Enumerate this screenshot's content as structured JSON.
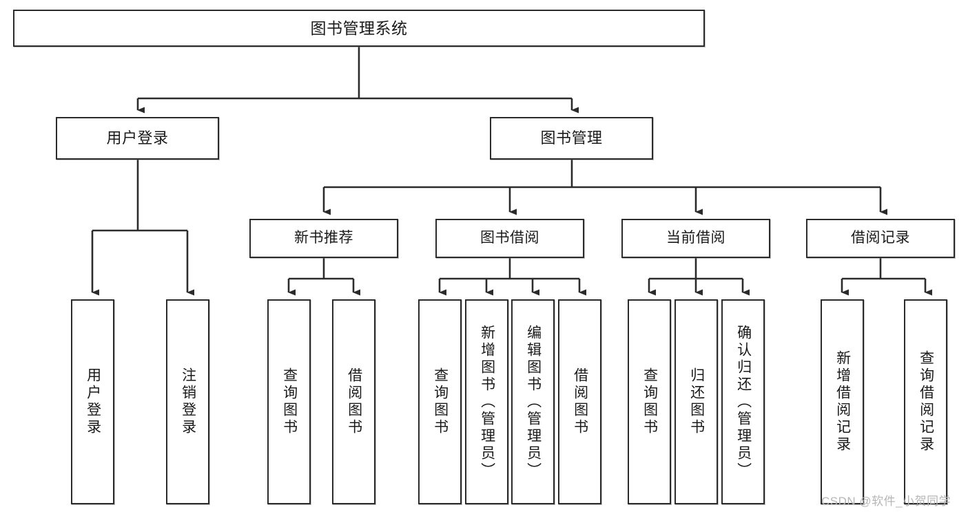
{
  "diagram": {
    "title": "图书管理系统",
    "type": "hierarchy-tree",
    "levels": 4,
    "colors": {
      "box_border": "#2b2b2b",
      "box_fill": "#ffffff",
      "connector": "#2b2b2b",
      "text": "#1a1a1a",
      "watermark": "#b6b6b6"
    }
  },
  "root": {
    "label": "图书管理系统"
  },
  "level2": [
    {
      "label": "用户登录"
    },
    {
      "label": "图书管理"
    }
  ],
  "level3": [
    {
      "label": "新书推荐"
    },
    {
      "label": "图书借阅"
    },
    {
      "label": "当前借阅"
    },
    {
      "label": "借阅记录"
    }
  ],
  "leaves": {
    "user_login": [
      {
        "label": "用户登录"
      },
      {
        "label": "注销登录"
      }
    ],
    "new_book_recommend": [
      {
        "label": "查询图书"
      },
      {
        "label": "借阅图书"
      }
    ],
    "book_borrow": [
      {
        "label": "查询图书"
      },
      {
        "label": "新增图书（管理员）"
      },
      {
        "label": "编辑图书（管理员）"
      },
      {
        "label": "借阅图书"
      }
    ],
    "current_borrow": [
      {
        "label": "查询图书"
      },
      {
        "label": "归还图书"
      },
      {
        "label": "确认归还（管理员）"
      }
    ],
    "borrow_record": [
      {
        "label": "新增借阅记录"
      },
      {
        "label": "查询借阅记录"
      }
    ]
  },
  "watermark": {
    "text": "CSDN @软件_小贺同学"
  }
}
